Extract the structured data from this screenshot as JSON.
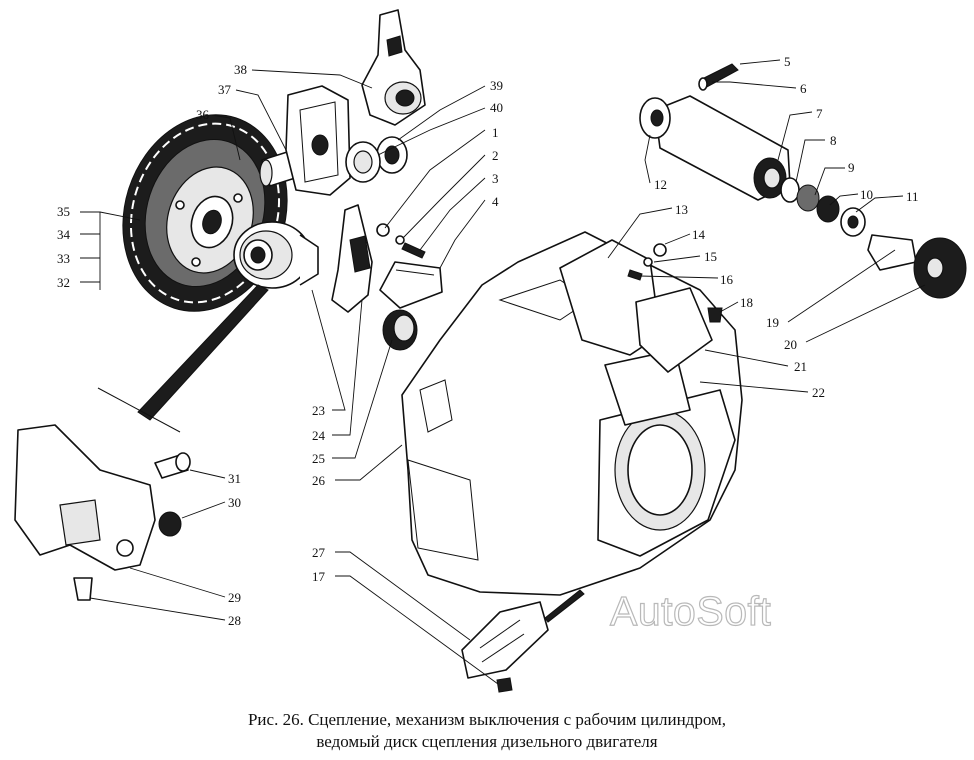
{
  "figure": {
    "caption_line1": "Рис. 26. Сцепление, механизм выключения с рабочим  цилиндром,",
    "caption_line2": "ведомый диск сцепления  дизельного двигателя",
    "watermark": "AutoSoft"
  },
  "callouts": {
    "c1": "1",
    "c2": "2",
    "c3": "3",
    "c4": "4",
    "c5": "5",
    "c6": "6",
    "c7": "7",
    "c8": "8",
    "c9": "9",
    "c10": "10",
    "c11": "11",
    "c12": "12",
    "c13": "13",
    "c14": "14",
    "c15": "15",
    "c16": "16",
    "c17": "17",
    "c18": "18",
    "c19": "19",
    "c20": "20",
    "c21": "21",
    "c22": "22",
    "c23": "23",
    "c24": "24",
    "c25": "25",
    "c26": "26",
    "c27": "27",
    "c28": "28",
    "c29": "29",
    "c30": "30",
    "c31": "31",
    "c32": "32",
    "c33": "33",
    "c34": "34",
    "c35": "35",
    "c36": "36",
    "c37": "37",
    "c38": "38",
    "c39": "39",
    "c40": "40"
  },
  "colors": {
    "ink": "#111111",
    "paper": "#ffffff",
    "watermark_outline": "#b9b9b9"
  }
}
